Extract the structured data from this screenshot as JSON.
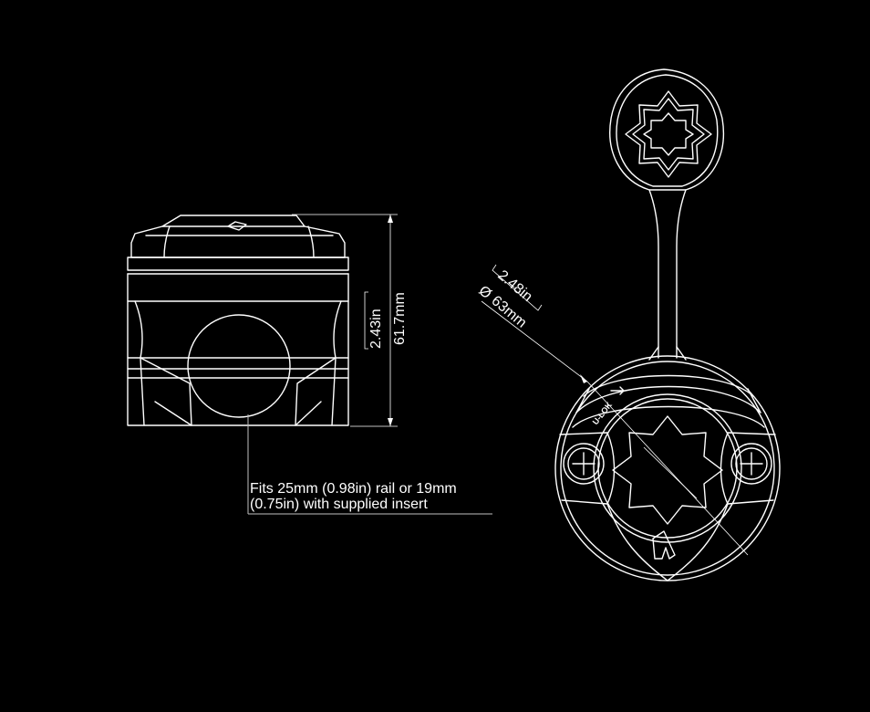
{
  "side_view": {
    "height_in": "2.43in",
    "height_mm": "61.7mm",
    "note_line1": "Fits 25mm (0.98in) rail or 19mm",
    "note_line2": "(0.75in) with supplied insert"
  },
  "top_view": {
    "diameter_in": "2.48in",
    "diameter_mm": "63mm",
    "lock_label": "U-LOK",
    "diameter_symbol": "Ø"
  },
  "colors": {
    "background": "#000000",
    "line": "#ffffff",
    "dimension_line": "#bfbfbf"
  }
}
